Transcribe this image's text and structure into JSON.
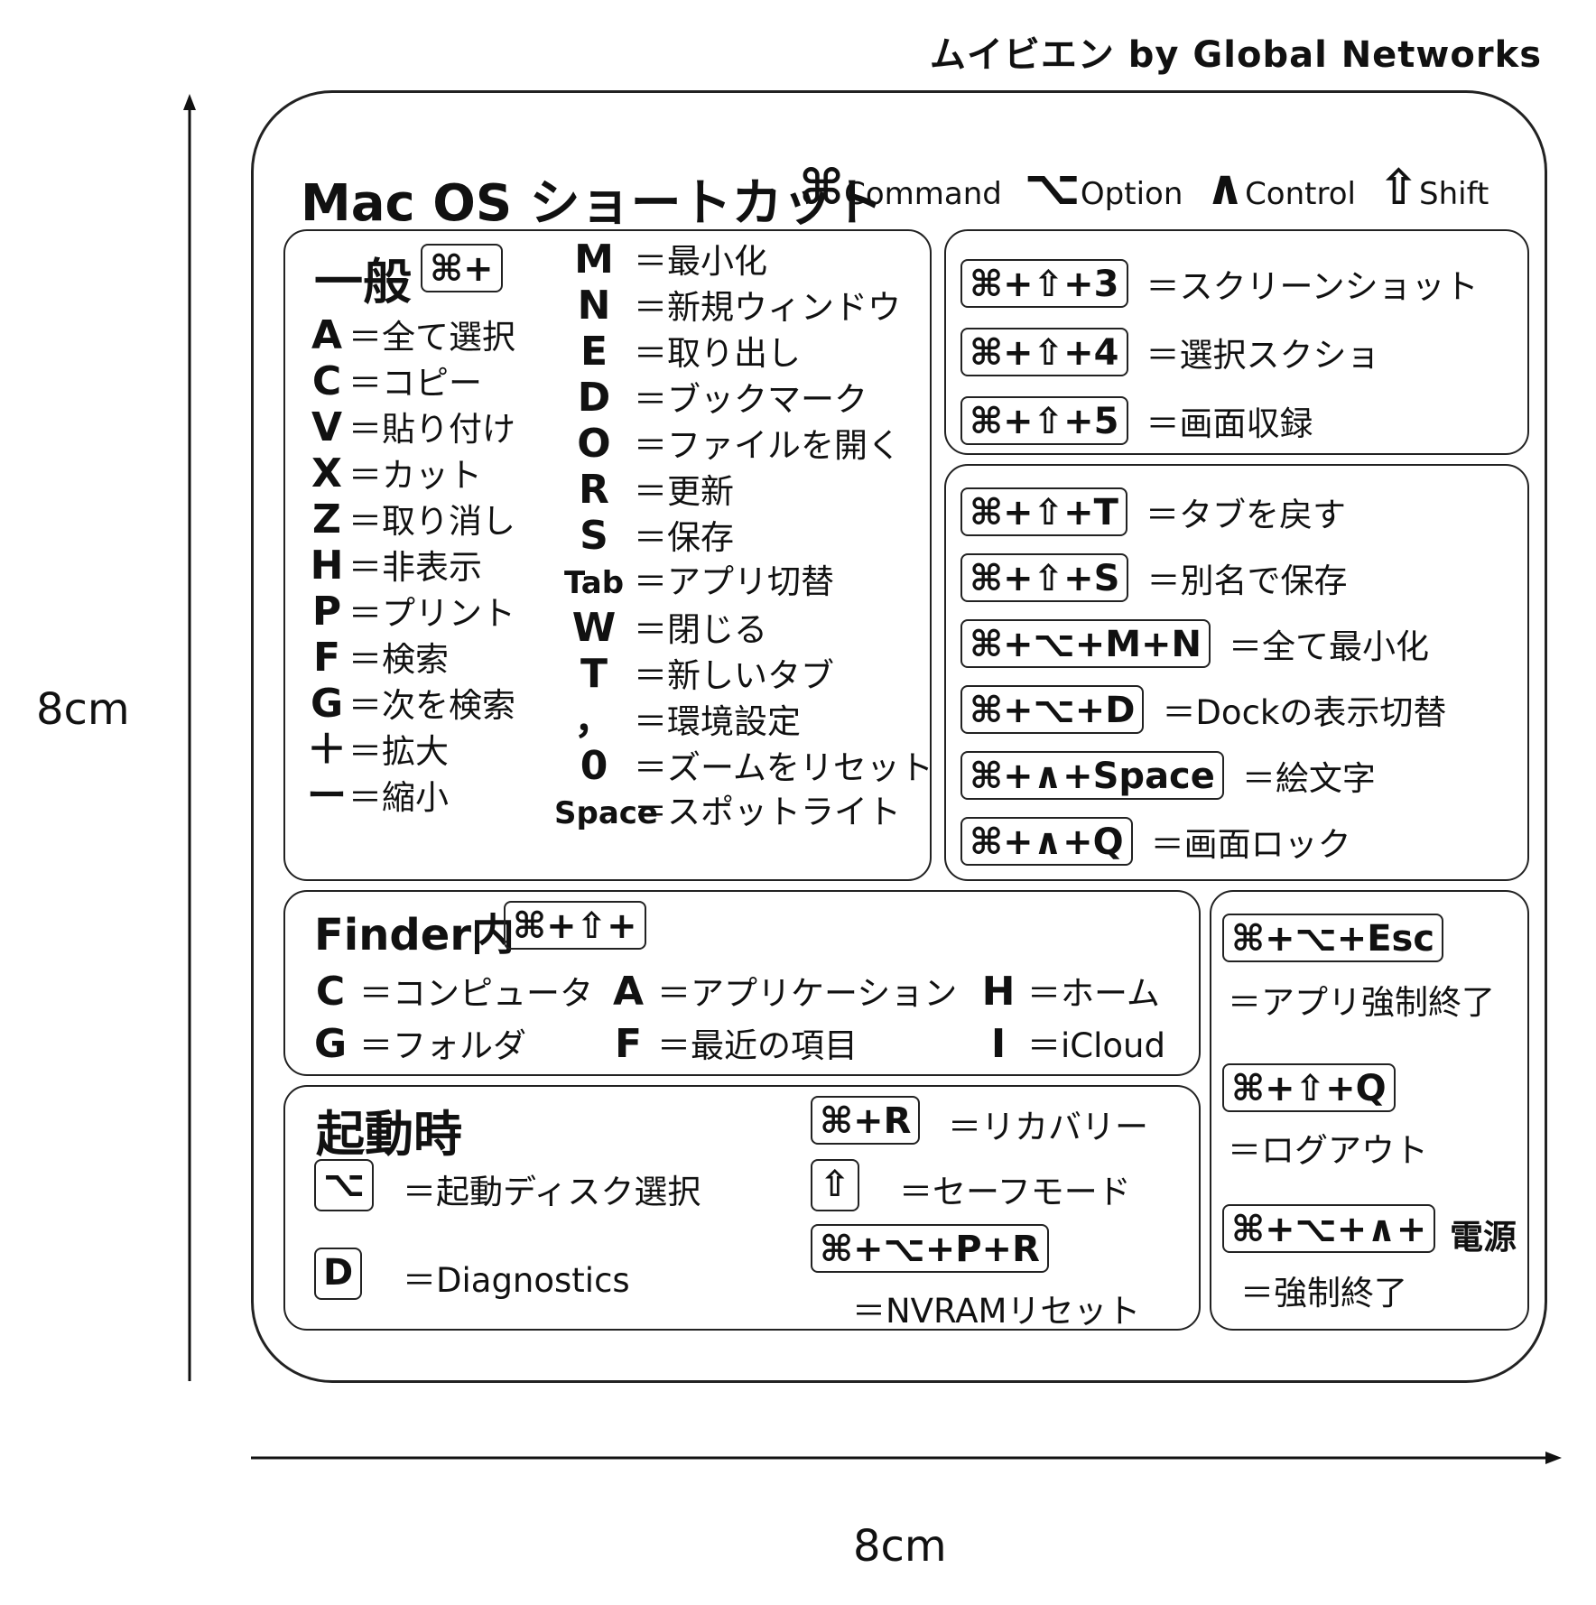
{
  "brand": "ムイビエン by Global Networks",
  "dimensions": {
    "vertical": "8cm",
    "horizontal": "8cm"
  },
  "header": {
    "title": "Mac OS ショートカット",
    "legend": [
      {
        "symbol": "⌘",
        "label": "Command"
      },
      {
        "symbol": "⌥",
        "label": "Option"
      },
      {
        "symbol": "∧",
        "label": "Control"
      },
      {
        "symbol": "⇧",
        "label": "Shift"
      }
    ]
  },
  "general": {
    "title": "一般",
    "prefix": "⌘+",
    "left": [
      {
        "key": "A",
        "desc": "＝全て選択"
      },
      {
        "key": "C",
        "desc": "＝コピー"
      },
      {
        "key": "V",
        "desc": "＝貼り付け"
      },
      {
        "key": "X",
        "desc": "＝カット"
      },
      {
        "key": "Z",
        "desc": "＝取り消し"
      },
      {
        "key": "H",
        "desc": "＝非表示"
      },
      {
        "key": "P",
        "desc": "＝プリント"
      },
      {
        "key": "F",
        "desc": "＝検索"
      },
      {
        "key": "G",
        "desc": "＝次を検索"
      },
      {
        "key": "＋",
        "desc": "＝拡大"
      },
      {
        "key": "ー",
        "desc": "＝縮小"
      }
    ],
    "right": [
      {
        "key": "M",
        "desc": "＝最小化"
      },
      {
        "key": "N",
        "desc": "＝新規ウィンドウ"
      },
      {
        "key": "E",
        "desc": "＝取り出し"
      },
      {
        "key": "D",
        "desc": "＝ブックマーク"
      },
      {
        "key": "O",
        "desc": "＝ファイルを開く"
      },
      {
        "key": "R",
        "desc": "＝更新"
      },
      {
        "key": "S",
        "desc": "＝保存"
      },
      {
        "key": "Tab",
        "desc": "＝アプリ切替"
      },
      {
        "key": "W",
        "desc": "＝閉じる"
      },
      {
        "key": "T",
        "desc": "＝新しいタブ"
      },
      {
        "key": "，",
        "desc": "＝環境設定"
      },
      {
        "key": "0",
        "desc": "＝ズームをリセット"
      },
      {
        "key": "Space",
        "desc": "＝スポットライト"
      }
    ]
  },
  "screenshot": [
    {
      "combo": "⌘+⇧+3",
      "desc": "＝スクリーンショット"
    },
    {
      "combo": "⌘+⇧+4",
      "desc": "＝選択スクショ"
    },
    {
      "combo": "⌘+⇧+5",
      "desc": "＝画面収録"
    }
  ],
  "misc": [
    {
      "combo": "⌘+⇧+T",
      "desc": "＝タブを戻す"
    },
    {
      "combo": "⌘+⇧+S",
      "desc": "＝別名で保存"
    },
    {
      "combo": "⌘+⌥+M+N",
      "desc": "＝全て最小化"
    },
    {
      "combo": "⌘+⌥+D",
      "desc": "＝Dockの表示切替"
    },
    {
      "combo": "⌘+∧+Space",
      "desc": "＝絵文字"
    },
    {
      "combo": "⌘+∧+Q",
      "desc": "＝画面ロック"
    }
  ],
  "finder": {
    "title": "Finder内",
    "prefix": "⌘+⇧+",
    "items": [
      {
        "key": "C",
        "desc": "＝コンピュータ"
      },
      {
        "key": "A",
        "desc": "＝アプリケーション"
      },
      {
        "key": "H",
        "desc": "＝ホーム"
      },
      {
        "key": "G",
        "desc": "＝フォルダ"
      },
      {
        "key": "F",
        "desc": "＝最近の項目"
      },
      {
        "key": "I",
        "desc": "＝iCloud"
      }
    ]
  },
  "startup": {
    "title": "起動時",
    "items": [
      {
        "combo": "⌥",
        "desc": "＝起動ディスク選択"
      },
      {
        "combo": "D",
        "desc": "＝Diagnostics"
      },
      {
        "combo": "⌘+R",
        "desc": "＝リカバリー"
      },
      {
        "combo": "⇧",
        "desc": "＝セーフモード"
      },
      {
        "combo": "⌘+⌥+P+R",
        "desc": "＝NVRAMリセット"
      }
    ]
  },
  "power": [
    {
      "combo": "⌘+⌥+Esc",
      "desc": "＝アプリ強制終了"
    },
    {
      "combo": "⌘+⇧+Q",
      "desc": "＝ログアウト"
    },
    {
      "combo": "⌘+⌥+∧+",
      "suffix": "電源",
      "desc": "＝強制終了"
    }
  ]
}
